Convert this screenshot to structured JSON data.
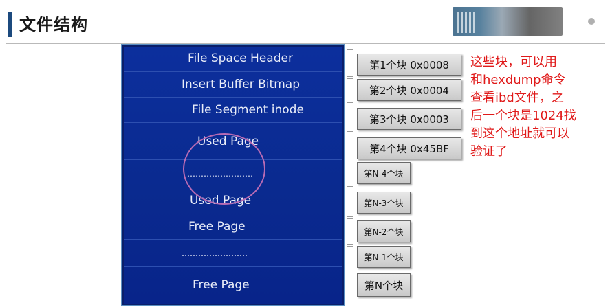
{
  "header": {
    "title": "文件结构"
  },
  "stack": {
    "rows": [
      {
        "label": "File Space Header"
      },
      {
        "label": "Insert Buffer Bitmap"
      },
      {
        "label": "File Segment inode"
      },
      {
        "label": "Used Page"
      },
      {
        "label": "……………………"
      },
      {
        "label": "Used Page"
      },
      {
        "label": "Free Page"
      },
      {
        "label": "……………………"
      },
      {
        "label": "Free Page"
      }
    ]
  },
  "blocks": [
    {
      "label": "第1个块 0x0008"
    },
    {
      "label": "第2个块 0x0004"
    },
    {
      "label": "第3个块 0x0003"
    },
    {
      "label": "第4个块 0x45BF"
    },
    {
      "label": "第N-4个块"
    },
    {
      "label": "第N-3个块"
    },
    {
      "label": "第N-2个块"
    },
    {
      "label": "第N-1个块"
    },
    {
      "label": "第N个块"
    }
  ],
  "annotation": {
    "lines": [
      "这些块，可以用",
      "和hexdump命令",
      "查看ibd文件，之",
      "后一个块是1024找",
      "到这个地址就可以",
      "验证了"
    ]
  },
  "colors": {
    "stack_fill": "#0b2b94",
    "annotation": "#e01a1a",
    "circle": "#b86bb4"
  }
}
